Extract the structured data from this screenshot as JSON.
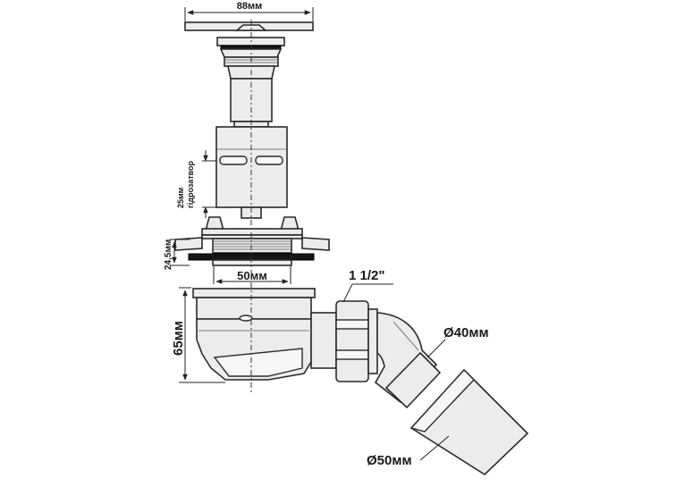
{
  "labels": {
    "top_width": "88мм",
    "water_seal": "25мм\nгідрозатвор",
    "thread_height": "24,5мм",
    "outlet_diameter": "50мм",
    "body_height": "65мм",
    "thread_size": "1 1/2\"",
    "pipe_small": "Ø40мм",
    "pipe_large": "Ø50мм"
  }
}
